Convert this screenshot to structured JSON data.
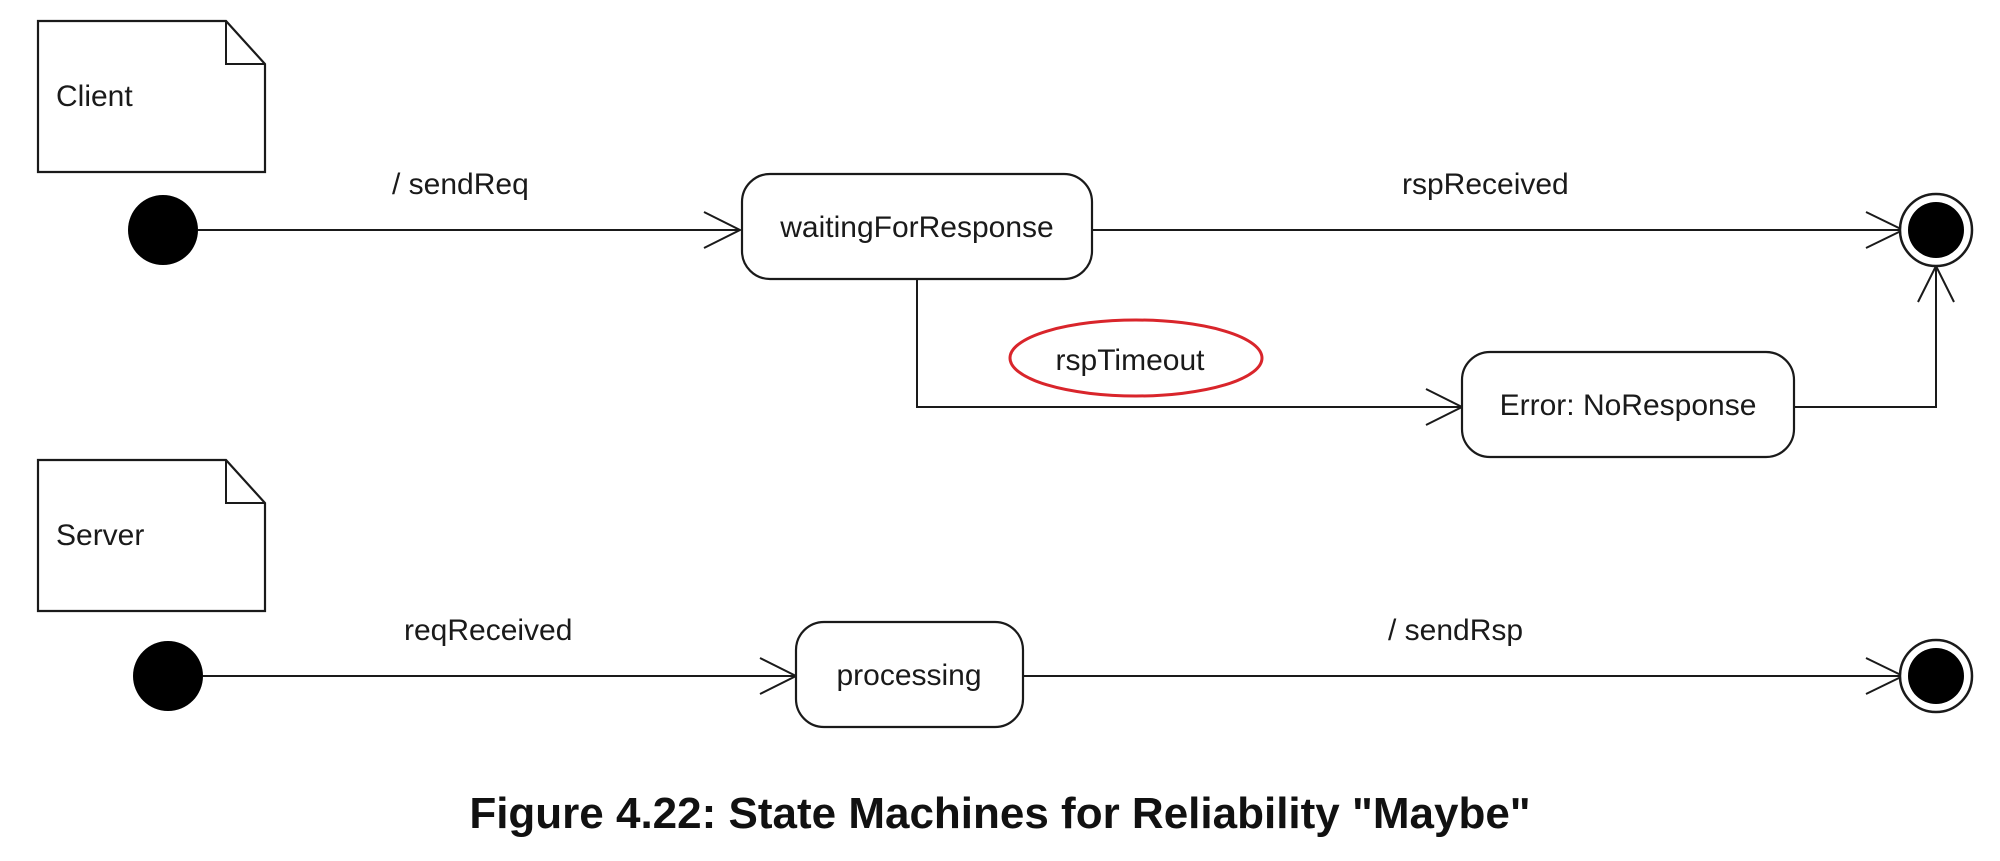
{
  "client": {
    "note": "Client",
    "transitions": {
      "send_req": "/ sendReq",
      "rsp_received": "rspReceived",
      "rsp_timeout": "rspTimeout"
    },
    "states": {
      "waiting": "waitingForResponse",
      "error": "Error: NoResponse"
    }
  },
  "server": {
    "note": "Server",
    "transitions": {
      "req_received": "reqReceived",
      "send_rsp": "/ sendRsp"
    },
    "states": {
      "processing": "processing"
    }
  },
  "caption": "Figure 4.22: State Machines for Reliability \"Maybe\"",
  "colors": {
    "ink": "#1a1a1a",
    "highlight": "#d9252b"
  }
}
